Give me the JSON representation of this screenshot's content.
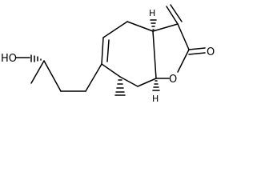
{
  "molecule": {
    "atoms": {
      "hydroxyl": "HO",
      "ring_oxygen": "O",
      "carbonyl_oxygen": "O",
      "stereo_h_top": "H",
      "stereo_h_bottom": "H"
    },
    "bond_color": "#000000"
  }
}
